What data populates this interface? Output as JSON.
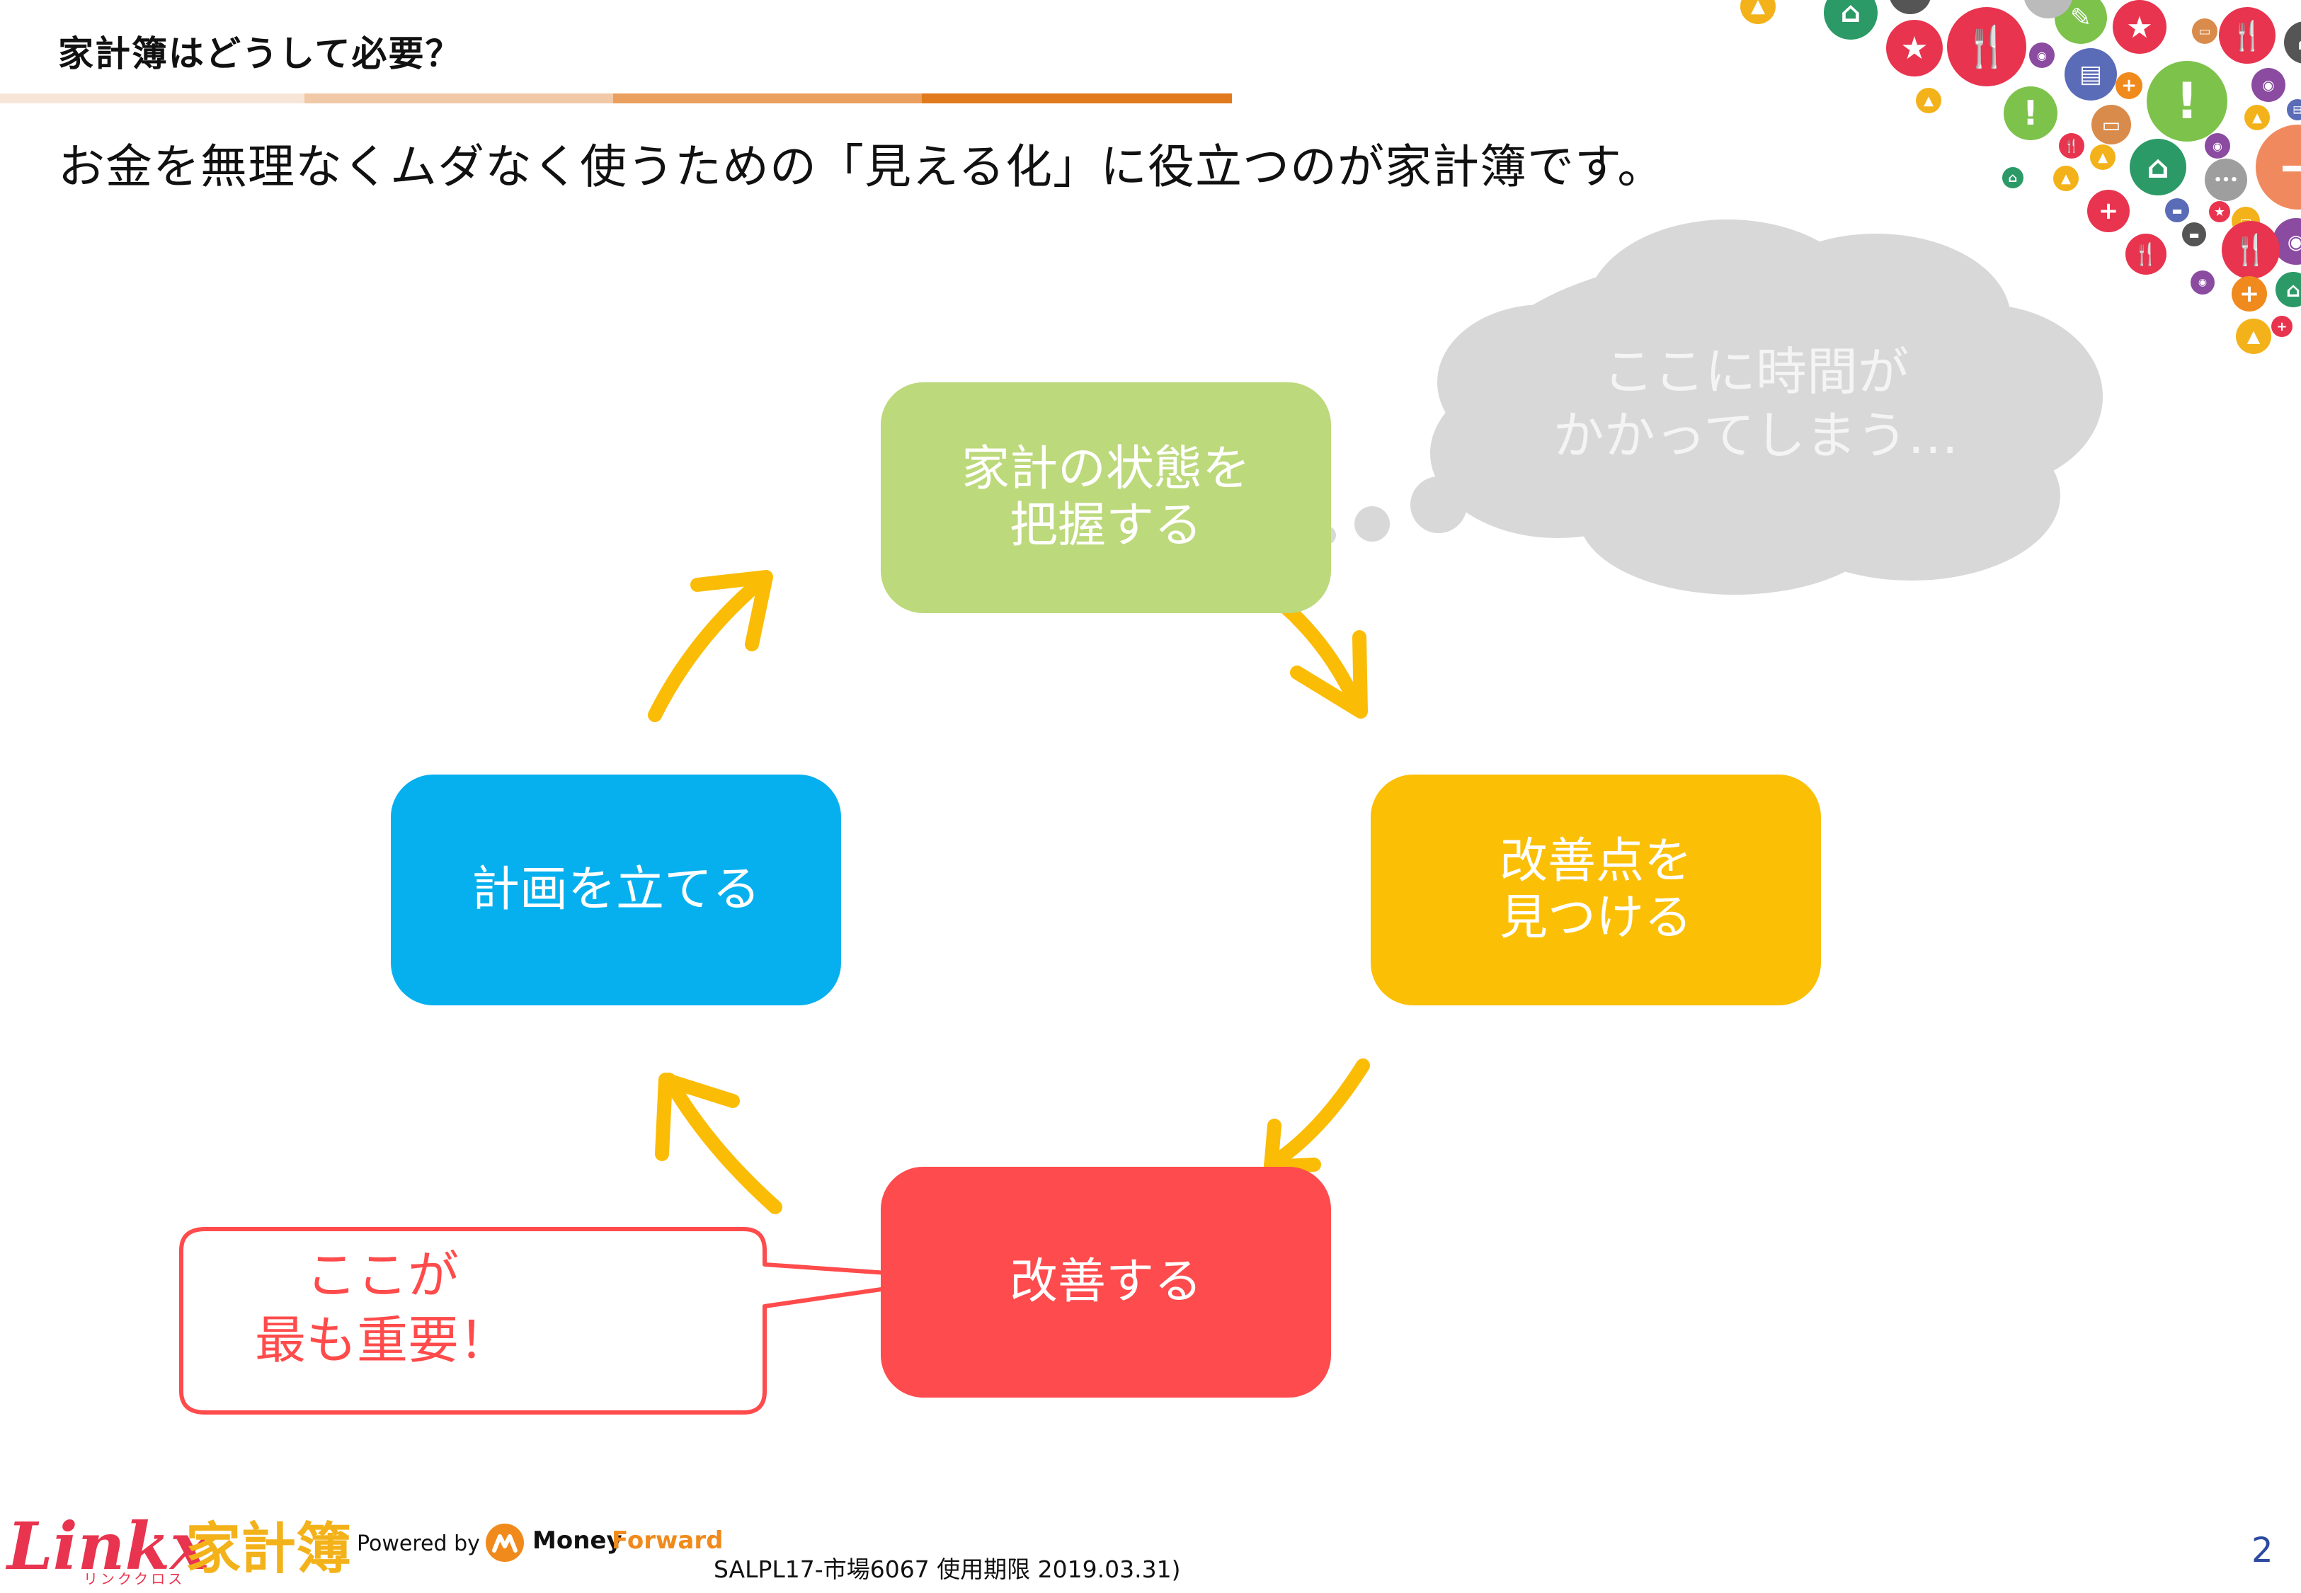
{
  "slide": {
    "title": "家計簿はどうして必要？",
    "subtitle": "お金を無理なくムダなく使うための「見える化」に役立つのが家計簿です。",
    "page_number": "2",
    "footer_code": "SALPL17-市場6067 使用期限 2019.03.31)"
  },
  "cycle": {
    "grasp": "家計の状態を\n把握する",
    "find": "改善点を\n見つける",
    "improve": "改善する",
    "plan": "計画を立てる"
  },
  "cloud_thought": "ここに時間が\nかかってしまう…",
  "callout": "ここが\n最も重要！",
  "branding": {
    "linkx": "Linkx",
    "linkx_sub": "リンククロス",
    "kakeibo": "家計簿",
    "powered_by": "Powered by",
    "money": "Money",
    "forward": "Forward"
  },
  "colors": {
    "grasp": "#bcd97b",
    "find": "#fbbf06",
    "improve": "#fe4b4d",
    "plan": "#06b0ee",
    "arrow": "#fbbc06",
    "cloud": "#d8d8d8",
    "callout_border": "#ff4b4b"
  },
  "decor_icons": [
    {
      "name": "house-icon",
      "color": "#2b9a67"
    },
    {
      "name": "star-icon",
      "color": "#e8344e"
    },
    {
      "name": "fork-knife-icon",
      "color": "#e8344e"
    },
    {
      "name": "exclamation-icon",
      "color": "#7dc24b"
    },
    {
      "name": "book-icon",
      "color": "#5a6bb8"
    },
    {
      "name": "medical-icon",
      "color": "#e8344e"
    },
    {
      "name": "plus-icon",
      "color": "#f08a1c"
    },
    {
      "name": "wallet-icon",
      "color": "#d98b4b"
    },
    {
      "name": "car-icon",
      "color": "#555555"
    },
    {
      "name": "signal-icon",
      "color": "#8a4ba0"
    },
    {
      "name": "shirt-icon",
      "color": "#f3b21a"
    },
    {
      "name": "more-icon",
      "color": "#9e9e9e"
    }
  ]
}
